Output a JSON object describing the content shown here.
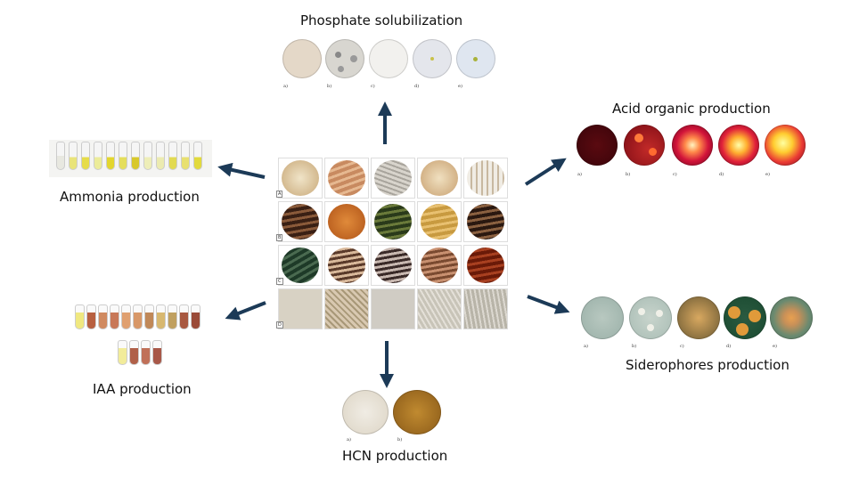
{
  "panels": {
    "phosphate": {
      "title": "Phosphate solubilization",
      "labels": [
        "a)",
        "b)",
        "c)",
        "d)",
        "e)"
      ]
    },
    "acid": {
      "title": "Acid organic production",
      "labels": [
        "a)",
        "b)",
        "c)",
        "d)",
        "e)"
      ]
    },
    "siderophores": {
      "title": "Siderophores production",
      "labels": [
        "a)",
        "b)",
        "c)",
        "d)",
        "e)"
      ]
    },
    "hcn": {
      "title": "HCN production",
      "labels": [
        "a)",
        "b)"
      ]
    },
    "iaa": {
      "title": "IAA production"
    },
    "ammonia": {
      "title": "Ammonia production"
    },
    "center": {
      "row_labels": [
        "A",
        "B",
        "C",
        "D"
      ]
    }
  },
  "colors": {
    "arrow": "#1c3a57"
  }
}
